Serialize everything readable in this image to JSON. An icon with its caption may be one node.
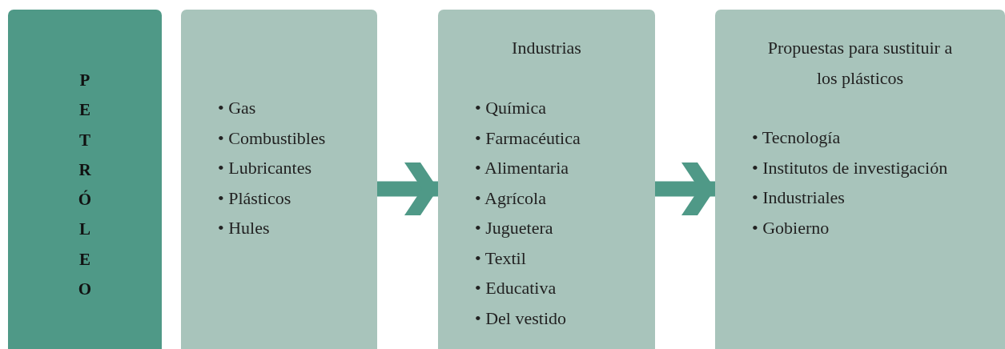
{
  "diagram": {
    "nodes": [
      {
        "text": [
          "PETRÓLEO"
        ]
      },
      {
        "text": [
          "• Gas",
          "• Combustibles",
          "• Lubricantes",
          "• Plásticos",
          "• Hules"
        ]
      },
      {
        "text": [
          "Industrias",
          "• Química",
          "• Farmacéutica",
          "• Alimentaria",
          "• Agrícola",
          "• Juguetera",
          "• Textil",
          "• Educativa",
          "• Del vestido"
        ]
      },
      {
        "text": [
          "Propuestas para sustituir a los plásticos",
          "• Tecnología",
          "• Institutos de investigación",
          "• Industriales",
          "• Gobierno"
        ]
      }
    ],
    "edges": [
      {
        "from": 1,
        "to": 2,
        "arrow": "to"
      },
      {
        "from": 2,
        "to": 3,
        "arrow": "to"
      }
    ]
  }
}
